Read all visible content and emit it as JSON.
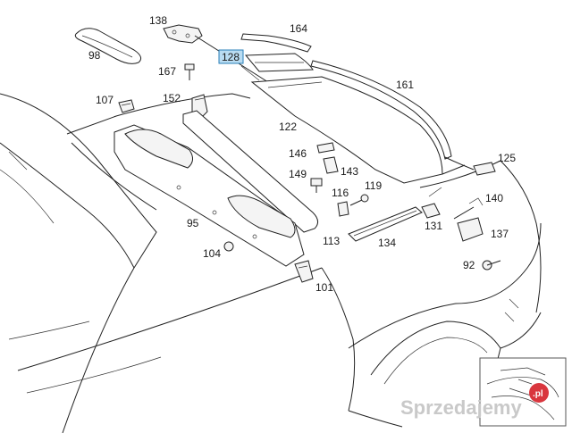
{
  "labels": {
    "p138": "138",
    "p164": "164",
    "p98": "98",
    "p128": "128",
    "p167": "167",
    "p161": "161",
    "p107": "107",
    "p152": "152",
    "p122": "122",
    "p146": "146",
    "p143": "143",
    "p125": "125",
    "p149": "149",
    "p116": "116",
    "p119": "119",
    "p140": "140",
    "p95": "95",
    "p131": "131",
    "p137": "137",
    "p113": "113",
    "p134": "134",
    "p104": "104",
    "p92": "92",
    "p101": "101"
  },
  "watermark": {
    "text": "Sprzedajemy",
    "suffix": ".pl"
  },
  "colors": {
    "highlight": "#b9dcf2",
    "highlight_border": "#2a7fb8",
    "line": "#222222"
  }
}
